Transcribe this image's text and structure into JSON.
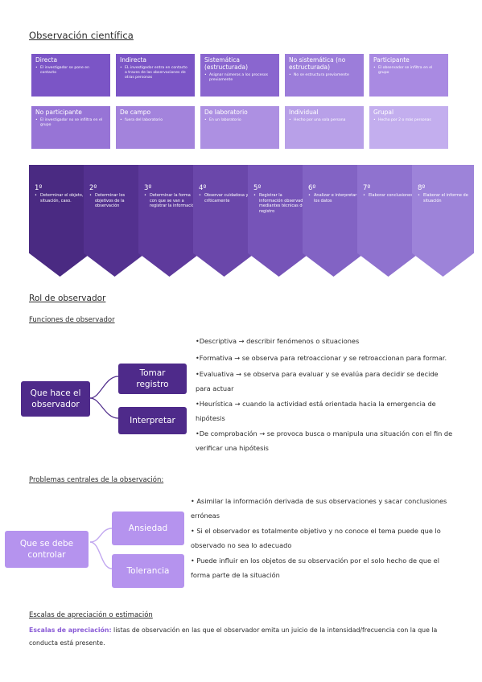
{
  "title": "Observación científica",
  "colors": {
    "dark": "#4e2a8a",
    "mid": "#7e5bc7",
    "light": "#b49ae6",
    "lighter": "#c7b2ef"
  },
  "types_row1": [
    {
      "title": "Directa",
      "desc": "El investigador se pone en contacto"
    },
    {
      "title": "Indirecta",
      "desc": "EL investigador entra en contacto a traves de las observaciones de otras personas"
    },
    {
      "title": "Sistemática (estructurada)",
      "desc": "Asignar números a los procesos previamente"
    },
    {
      "title": "No sistemática (no estructurada)",
      "desc": "No se estructura previamente"
    },
    {
      "title": "Participante",
      "desc": "El observador se infiltra en el grupo"
    }
  ],
  "types_row2": [
    {
      "title": "No participante",
      "desc": "El investigador no se infiltra en el grupo"
    },
    {
      "title": "De campo",
      "desc": "fuera del laboratorio"
    },
    {
      "title": "De laboratorio",
      "desc": "En un laboratorio"
    },
    {
      "title": "Individual",
      "desc": "Hecho por una sola persona"
    },
    {
      "title": "Grupal",
      "desc": "Hecho por 2 o más personas"
    }
  ],
  "steps": [
    {
      "num": "1º",
      "desc": "Determinar el objeto, situación, caso."
    },
    {
      "num": "2º",
      "desc": "Determinar los objetivos de la observación"
    },
    {
      "num": "3º",
      "desc": "Determinar la forma con que se van a registrar la información"
    },
    {
      "num": "4º",
      "desc": "Observar cuidadosa y críticamente"
    },
    {
      "num": "5º",
      "desc": "Registrar la información observada mediantes técnicas de registro"
    },
    {
      "num": "6º",
      "desc": "Analizar e interpretar los datos"
    },
    {
      "num": "7º",
      "desc": "Elaborar conclusiones"
    },
    {
      "num": "8º",
      "desc": "Elaborar el informe de situación"
    }
  ],
  "rol_title": "Rol de observador",
  "funciones_title": "Funciones de observador",
  "map1": {
    "center": "Que hace el observador",
    "branch1": "Tomar registro",
    "branch2": "Interpretar"
  },
  "funciones": [
    "Descriptiva → describir fenómenos o situaciones",
    "Formativa → se observa para retroaccionar y se retroaccionan para formar.",
    "Evaluativa → se observa para evaluar y se evalúa para decidir se decide para actuar",
    "Heurística → cuando la actividad está orientada hacia la emergencia de hipótesis",
    "De comprobación → se provoca busca o manipula una situación con el fin de verificar una hipótesis"
  ],
  "problemas_title": "Problemas centrales de la observación:",
  "map2": {
    "center": "Que se debe controlar",
    "branch1": "Ansiedad",
    "branch2": "Tolerancia"
  },
  "problemas": [
    "Asimilar la información derivada de sus observaciones y sacar conclusiones erróneas",
    "Si el observador es totalmente objetivo y no conoce el tema puede que lo observado no sea lo adecuado",
    "Puede influir en los objetos de su observación por el solo hecho de que el forma parte de la situación"
  ],
  "escalas_title": "Escalas de apreciación o estimación",
  "escalas_term": "Escalas de apreciación:",
  "escalas_text": " listas de observación en las que el observador emita un juicio de la intensidad/frecuencia con la que la conducta está presente."
}
